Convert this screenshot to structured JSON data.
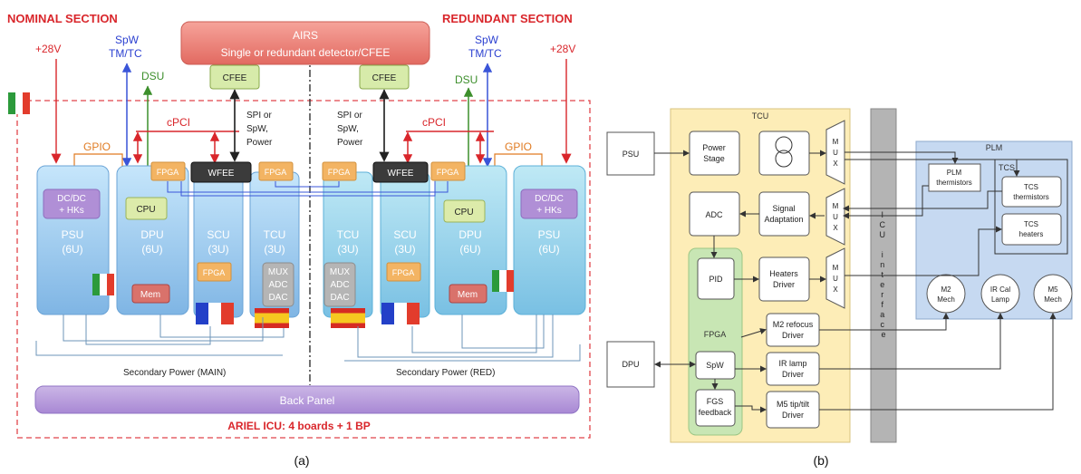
{
  "panel_a": {
    "caption": "(a)",
    "nominal_title": "NOMINAL SECTION",
    "redundant_title": "REDUNDANT SECTION",
    "plus28_left": "+28V",
    "plus28_right": "+28V",
    "spw_left": "SpW",
    "tmtc_left": "TM/TC",
    "spw_right": "SpW",
    "tmtc_right": "TM/TC",
    "dsu_left": "DSU",
    "dsu_right": "DSU",
    "airs_title": "AIRS",
    "airs_subtitle": "Single or redundant detector/CFEE",
    "cfee_left": "CFEE",
    "cfee_right": "CFEE",
    "cpci_left": "cPCI",
    "cpci_right": "cPCI",
    "gpio_left": "GPIO",
    "gpio_right": "GPIO",
    "spi_left": [
      "SPI or",
      "SpW,",
      "Power"
    ],
    "spi_right": [
      "SPI or",
      "SpW,",
      "Power"
    ],
    "wfee": "WFEE",
    "fpga": "FPGA",
    "cpu": "CPU",
    "mem": "Mem",
    "dcdc": [
      "DC/DC",
      "+ HKs"
    ],
    "psu": [
      "PSU",
      "(6U)"
    ],
    "dpu": [
      "DPU",
      "(6U)"
    ],
    "scu": [
      "SCU",
      "(3U)"
    ],
    "tcu": [
      "TCU",
      "(3U)"
    ],
    "mux": [
      "MUX",
      "ADC",
      "DAC"
    ],
    "sec_main": "Secondary Power (MAIN)",
    "sec_red": "Secondary Power (RED)",
    "back_panel": "Back Panel",
    "icu_title": "ARIEL ICU: 4 boards + 1 BP"
  },
  "panel_b": {
    "caption": "(b)",
    "tcu_title": "TCU",
    "psu": "PSU",
    "dpu": "DPU",
    "power_stage": [
      "Power",
      "Stage"
    ],
    "adc": "ADC",
    "signal_adaptation": [
      "Signal",
      "Adaptation"
    ],
    "pid": "PID",
    "heaters_driver": [
      "Heaters",
      "Driver"
    ],
    "fpga": "FPGA",
    "spw": "SpW",
    "fgs_feedback": [
      "FGS",
      "feedback"
    ],
    "m2_refocus": [
      "M2 refocus",
      "Driver"
    ],
    "ir_lamp": [
      "IR lamp",
      "Driver"
    ],
    "m5_tiptilt": [
      "M5 tip/tilt",
      "Driver"
    ],
    "mux_letters": [
      "M",
      "U",
      "X"
    ],
    "icu_interface": [
      "I",
      "C",
      "U",
      " ",
      "i",
      "n",
      "t",
      "e",
      "r",
      "f",
      "a",
      "c",
      "e"
    ],
    "plm_title": "PLM",
    "tcs_label": "TCS",
    "plm_thermistors": [
      "PLM",
      "thermistors"
    ],
    "tcs_thermistors": [
      "TCS",
      "thermistors"
    ],
    "tcs_heaters": [
      "TCS",
      "heaters"
    ],
    "m2_mech": [
      "M2",
      "Mech"
    ],
    "ir_cal_lamp": [
      "IR Cal",
      "Lamp"
    ],
    "m5_mech": [
      "M5",
      "Mech"
    ]
  },
  "colors": {
    "title_red": "#d9262b",
    "airs_red": "#e9706a",
    "board_blue": "#a9d3f0",
    "board_dark": "#4d8fcc",
    "fpga_orange": "#f3b463",
    "cpu_green": "#dcebaa",
    "dcdc_purple": "#b08fd6",
    "mem_red": "#d9726b",
    "back_panel": "#b59bd8",
    "tcu_yellow": "#fdedb7",
    "fpga_green": "#c8e6b4",
    "icu_gray": "#b4b4b4",
    "plm_blue": "#c6d9f1"
  }
}
